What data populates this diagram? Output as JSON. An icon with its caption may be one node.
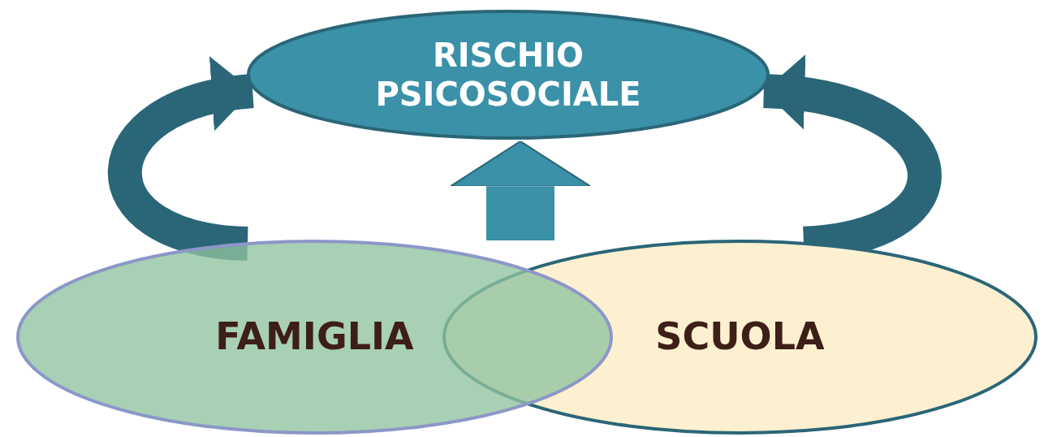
{
  "diagram": {
    "nodes": [
      {
        "text": [
          "RISCHIO PSICOSOCIALE"
        ]
      },
      {
        "text": [
          "FAMIGLIA"
        ]
      },
      {
        "text": [
          "SCUOLA"
        ]
      }
    ],
    "edges": [
      {
        "from": 1,
        "to": 0,
        "arrow": "to",
        "color": "#2a6677"
      },
      {
        "from": null,
        "to": 0,
        "arrow": "to",
        "style": "thick",
        "color": "#3a91a8"
      },
      {
        "from": 2,
        "to": 0,
        "arrow": "to",
        "color": "#2a6677"
      }
    ]
  }
}
